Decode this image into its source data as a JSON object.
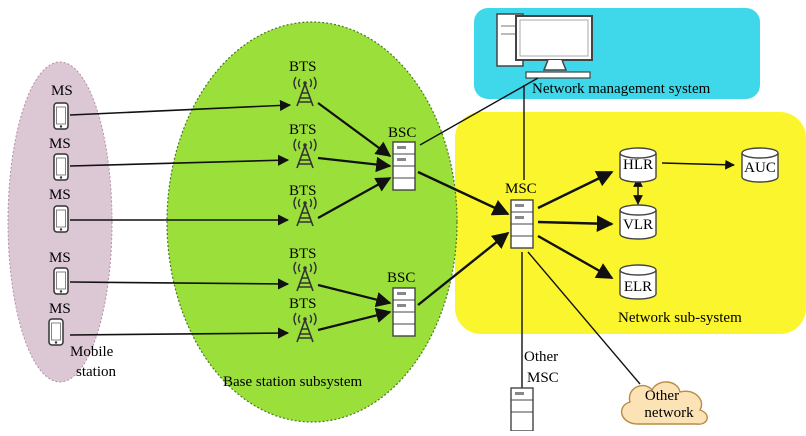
{
  "regions": {
    "mobile": "Mobile station",
    "mobile_line1": "Mobile",
    "mobile_line2": "station",
    "bss": "Base station subsystem",
    "nms": "Network management system",
    "nss": "Network sub-system"
  },
  "nodes": {
    "ms": [
      "MS",
      "MS",
      "MS",
      "MS",
      "MS"
    ],
    "bts": [
      "BTS",
      "BTS",
      "BTS",
      "BTS",
      "BTS"
    ],
    "bsc": [
      "BSC",
      "BSC"
    ],
    "msc": "MSC",
    "hlr": "HLR",
    "vlr": "VLR",
    "elr": "ELR",
    "auc": "AUC",
    "other_msc_line1": "Other",
    "other_msc_line2": "MSC",
    "other_network_line1": "Other",
    "other_network_line2": "network"
  },
  "colors": {
    "mobile_region": "#dcc7d4",
    "bss_region": "#9be03a",
    "nms_region": "#3fd8ea",
    "nss_region": "#fbf52e",
    "cloud": "#fbe3b6",
    "lines": "#111111"
  }
}
